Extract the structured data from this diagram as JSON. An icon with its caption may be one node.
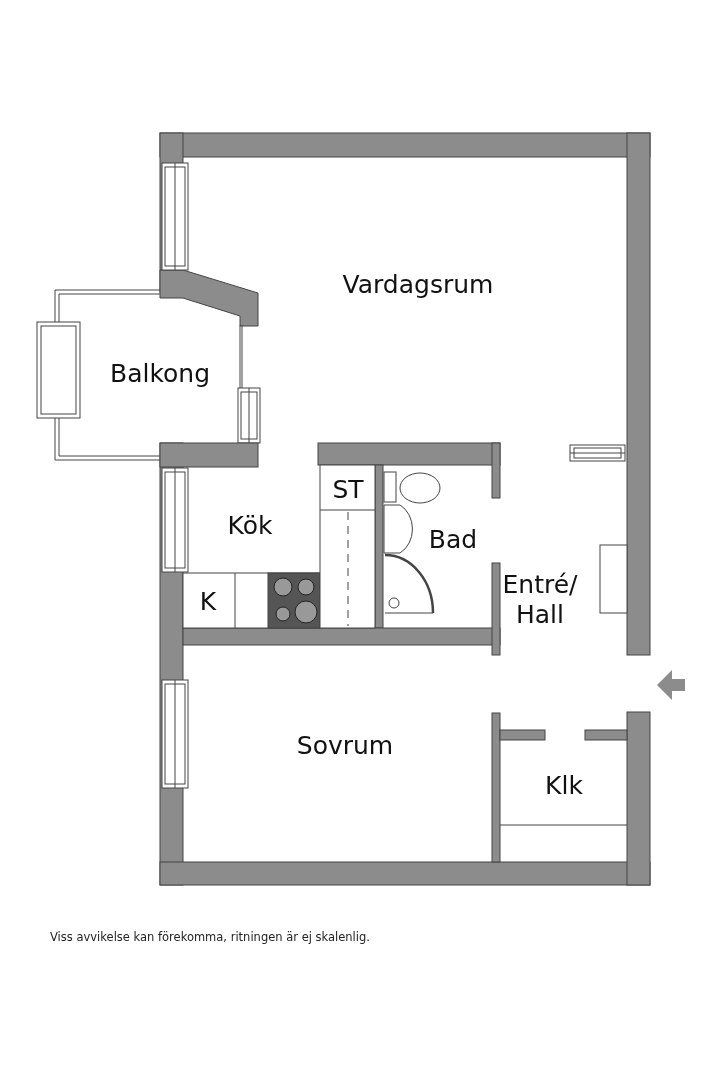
{
  "diagram": {
    "caption": "Viss avvikelse kan förekomma, ritningen är ej skalenlig.",
    "labels": [
      "Vardagsrum",
      "Balkong",
      "ST",
      "Kök",
      "Bad",
      "K",
      "Entré/ Hall",
      "Sovrum",
      "Klk"
    ]
  }
}
